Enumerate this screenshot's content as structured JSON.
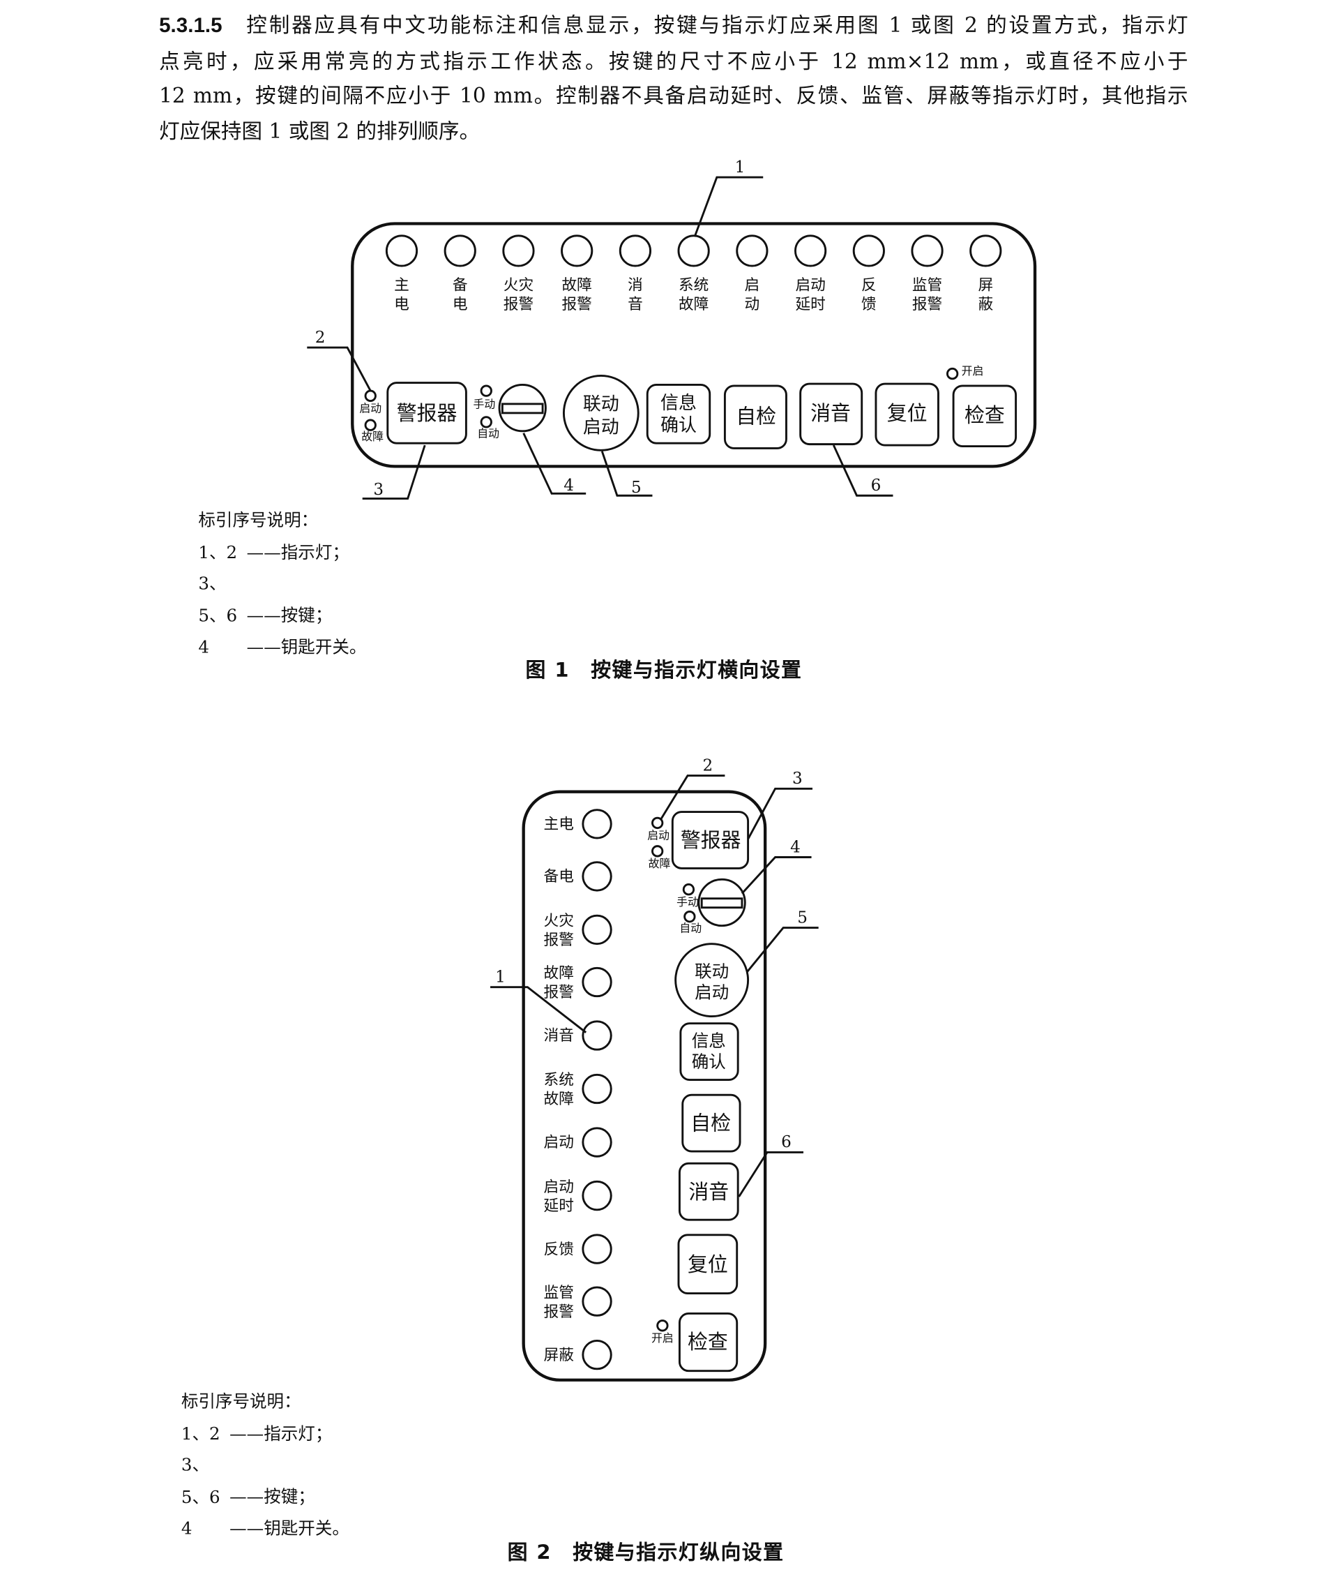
{
  "paragraph": {
    "number": "5.3.1.5",
    "lines": [
      "控制器应具有中文功能标注和信息显示，按键与指示灯应采用图 1 或图 2 的设置方式，指示灯",
      "点亮时，应采用常亮的方式指示工作状态。按键的尺寸不应小于 12 mm×12 mm，或直径不应小于",
      "12 mm，按键的间隔不应小于 10 mm。控制器不具备启动延时、反馈、监管、屏蔽等指示灯时，其他指示",
      "灯应保持图 1 或图 2 的排列顺序。"
    ]
  },
  "indicators": [
    {
      "lines": [
        "主",
        "电"
      ]
    },
    {
      "lines": [
        "备",
        "电"
      ]
    },
    {
      "lines": [
        "火灾",
        "报警"
      ]
    },
    {
      "lines": [
        "故障",
        "报警"
      ]
    },
    {
      "lines": [
        "消",
        "音"
      ]
    },
    {
      "lines": [
        "系统",
        "故障"
      ]
    },
    {
      "lines": [
        "启",
        "动"
      ]
    },
    {
      "lines": [
        "启动",
        "延时"
      ]
    },
    {
      "lines": [
        "反",
        "馈"
      ]
    },
    {
      "lines": [
        "监管",
        "报警"
      ]
    },
    {
      "lines": [
        "屏",
        "蔽"
      ]
    }
  ],
  "indicators_vertical": [
    {
      "lines": [
        "主电"
      ]
    },
    {
      "lines": [
        "备电"
      ]
    },
    {
      "lines": [
        "火灾",
        "报警"
      ]
    },
    {
      "lines": [
        "故障",
        "报警"
      ]
    },
    {
      "lines": [
        "消音"
      ]
    },
    {
      "lines": [
        "系统",
        "故障"
      ]
    },
    {
      "lines": [
        "启动"
      ]
    },
    {
      "lines": [
        "启动",
        "延时"
      ]
    },
    {
      "lines": [
        "反馈"
      ]
    },
    {
      "lines": [
        "监管",
        "报警"
      ]
    },
    {
      "lines": [
        "屏蔽"
      ]
    }
  ],
  "controls": {
    "alarm_button": "警报器",
    "alarm_led_start": "启动",
    "alarm_led_fault": "故障",
    "key_manual": "手动",
    "key_auto": "自动",
    "linkage_start": [
      "联动",
      "启动"
    ],
    "info_confirm": [
      "信息",
      "确认"
    ],
    "self_test": "自检",
    "silence": "消音",
    "reset": "复位",
    "check": "检查",
    "check_led": "开启"
  },
  "callouts": [
    "1",
    "2",
    "3",
    "4",
    "5",
    "6"
  ],
  "legend": {
    "title": "标引序号说明：",
    "items": [
      {
        "key": "1、2",
        "text": "——指示灯；"
      },
      {
        "key": "3、5、6",
        "text": "——按键；"
      },
      {
        "key": "4",
        "text": "——钥匙开关。"
      }
    ]
  },
  "figure1": {
    "caption": "图 1　按键与指示灯横向设置"
  },
  "figure2": {
    "caption": "图 2　按键与指示灯纵向设置"
  }
}
